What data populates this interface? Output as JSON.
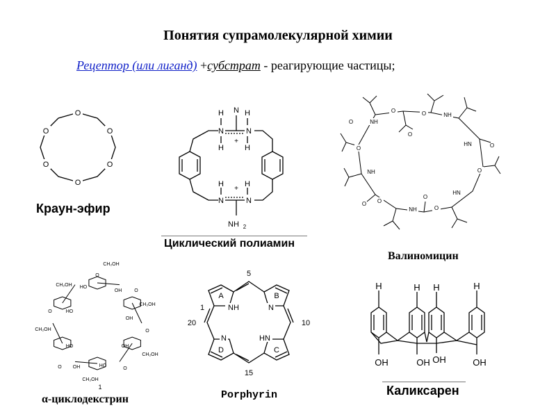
{
  "title": "Понятия супрамолекулярной химии",
  "subtitle": {
    "receptor_link": "Рецептор (или лиганд)",
    "plus": " +",
    "substrate": "субстрат",
    "rest": " - реагирующие частицы;"
  },
  "molecules": {
    "crown": {
      "label": "Краун-эфир",
      "atom": "O"
    },
    "polyamine": {
      "label": "Циклический полиамин",
      "h": "H",
      "n": "N",
      "nh2": "NH",
      "sub2": "2",
      "charge": "+"
    },
    "valinomycin": {
      "label": "Валиномицин",
      "nh": "NH",
      "hn": "HN",
      "o": "O"
    },
    "cyclodextrin": {
      "label": "α-циклодекстрин",
      "number": "1",
      "ch2oh": "CH₂OH",
      "ho": "HO",
      "oh": "OH",
      "o": "O"
    },
    "porphyrin": {
      "label": "Porphyrin",
      "num_5": "5",
      "num_1": "1",
      "num_20": "20",
      "num_10": "10",
      "num_15": "15",
      "ring_a": "A",
      "ring_b": "B",
      "ring_c": "C",
      "ring_d": "D",
      "nh": "NH",
      "hn": "HN",
      "n": "N"
    },
    "calixarene": {
      "label": "Каликсарен",
      "h": "H",
      "oh": "OH"
    }
  }
}
